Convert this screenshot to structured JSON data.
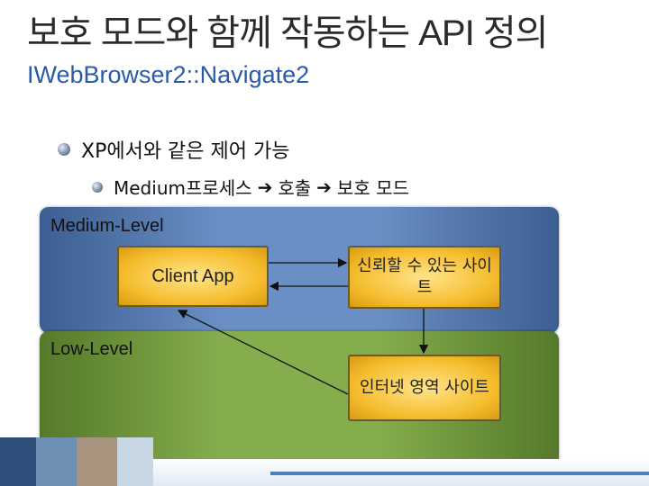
{
  "slide": {
    "title": "보호 모드와 함께 작동하는 API 정의",
    "subtitle": "IWebBrowser2::Navigate2",
    "bullets": {
      "level1": "XP에서와 같은 제어 가능",
      "level2_parts": [
        "Medium프로세스",
        "호출",
        "보호 모드"
      ],
      "arrow": "➔"
    }
  },
  "diagram": {
    "medium_level_label": "Medium-Level",
    "low_level_label": "Low-Level",
    "client_app": "Client App",
    "trusted_site": "신뢰할 수 있는 사이트",
    "internet_site": "인터넷 영역 사이트"
  },
  "colors": {
    "medium_panel": "#5b82ba",
    "low_panel": "#7aa242",
    "box_fill": "#f5bd2e",
    "subtitle": "#2a5aa8"
  }
}
